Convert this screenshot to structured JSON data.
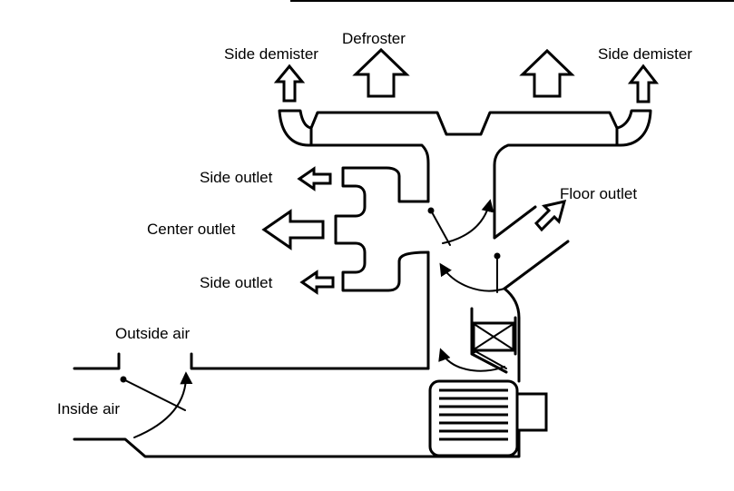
{
  "labels": {
    "side_demister_left": "Side demister",
    "defroster": "Defroster",
    "side_demister_right": "Side demister",
    "side_outlet_top": "Side outlet",
    "center_outlet": "Center outlet",
    "side_outlet_bottom": "Side outlet",
    "floor_outlet": "Floor outlet",
    "outside_air": "Outside air",
    "inside_air": "Inside air"
  }
}
